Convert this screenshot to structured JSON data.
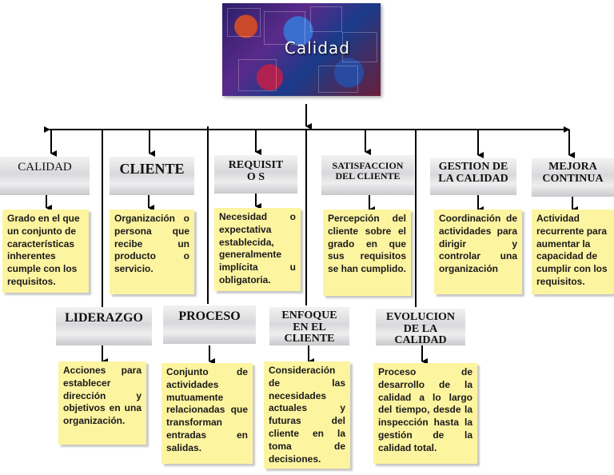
{
  "banner": {
    "title": "Calidad"
  },
  "concepts": [
    {
      "term": "CALIDAD",
      "definition": "Grado en el que un conjunto de características inherentes cumple con los requisitos."
    },
    {
      "term": "CLIENTE",
      "definition": "Organización o persona que recibe un producto o servicio."
    },
    {
      "term": "REQUISITO S",
      "definition": "Necesidad o expectativa establecida, generalmente implícita u obligatoria."
    },
    {
      "term": "SATISFACCION DEL CLIENTE",
      "definition": "Percepción del cliente sobre el grado en que sus requisitos se han cumplido."
    },
    {
      "term": "GESTION DE LA CALIDAD",
      "definition": "Coordinación de actividades para dirigir y controlar una organización"
    },
    {
      "term": "MEJORA CONTINUA",
      "definition": "Actividad recurrente para aumentar la capacidad de cumplir con los requisitos."
    },
    {
      "term": "LIDERAZGO",
      "definition": "Acciones para establecer dirección y objetivos en una organización."
    },
    {
      "term": "PROCESO",
      "definition": "Conjunto de actividades mutuamente relacionadas que transforman entradas en salidas."
    },
    {
      "term": "ENFOQUE EN EL CLIENTE",
      "definition": "Consideración de las necesidades actuales y futuras del cliente en la toma de decisiones."
    },
    {
      "term": "EVOLUCION DE LA CALIDAD",
      "definition": "Proceso de desarrollo de la calidad a lo largo del tiempo, desde la inspección hasta la gestión de la calidad total."
    }
  ]
}
